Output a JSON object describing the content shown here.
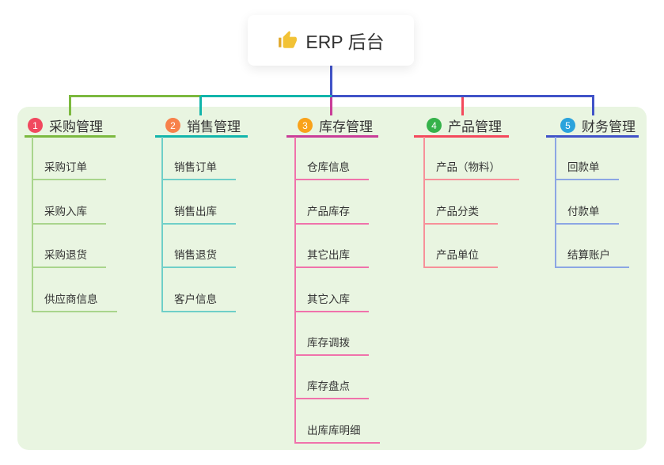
{
  "root": {
    "label": "ERP 后台",
    "icon": "thumbs-up-icon",
    "icon_color": "#f2c235"
  },
  "canvas": {
    "panel_color": "#e9f5e1",
    "background": "#ffffff",
    "connector_color": "#4153c8"
  },
  "branches": [
    {
      "badge": "1",
      "label": "采购管理",
      "badge_color": "#f1485f",
      "line_color": "#7cb93f",
      "light_line_color": "#a9d58c",
      "children": [
        "采购订单",
        "采购入库",
        "采购退货",
        "供应商信息"
      ]
    },
    {
      "badge": "2",
      "label": "销售管理",
      "badge_color": "#f7814b",
      "line_color": "#12b5ab",
      "light_line_color": "#6fcfc8",
      "children": [
        "销售订单",
        "销售出库",
        "销售退货",
        "客户信息"
      ]
    },
    {
      "badge": "3",
      "label": "库存管理",
      "badge_color": "#f9a21a",
      "line_color": "#c93d98",
      "light_line_color": "#f072ab",
      "children": [
        "仓库信息",
        "产品库存",
        "其它出库",
        "其它入库",
        "库存调拨",
        "库存盘点",
        "出库库明细"
      ]
    },
    {
      "badge": "4",
      "label": "产品管理",
      "badge_color": "#35b24a",
      "line_color": "#f4495c",
      "light_line_color": "#f79099",
      "children": [
        "产品（物料）",
        "产品分类",
        "产品单位"
      ]
    },
    {
      "badge": "5",
      "label": "财务管理",
      "badge_color": "#2ba3dc",
      "line_color": "#4153c8",
      "light_line_color": "#8ca6e4",
      "children": [
        "回款单",
        "付款单",
        "结算账户"
      ]
    }
  ]
}
